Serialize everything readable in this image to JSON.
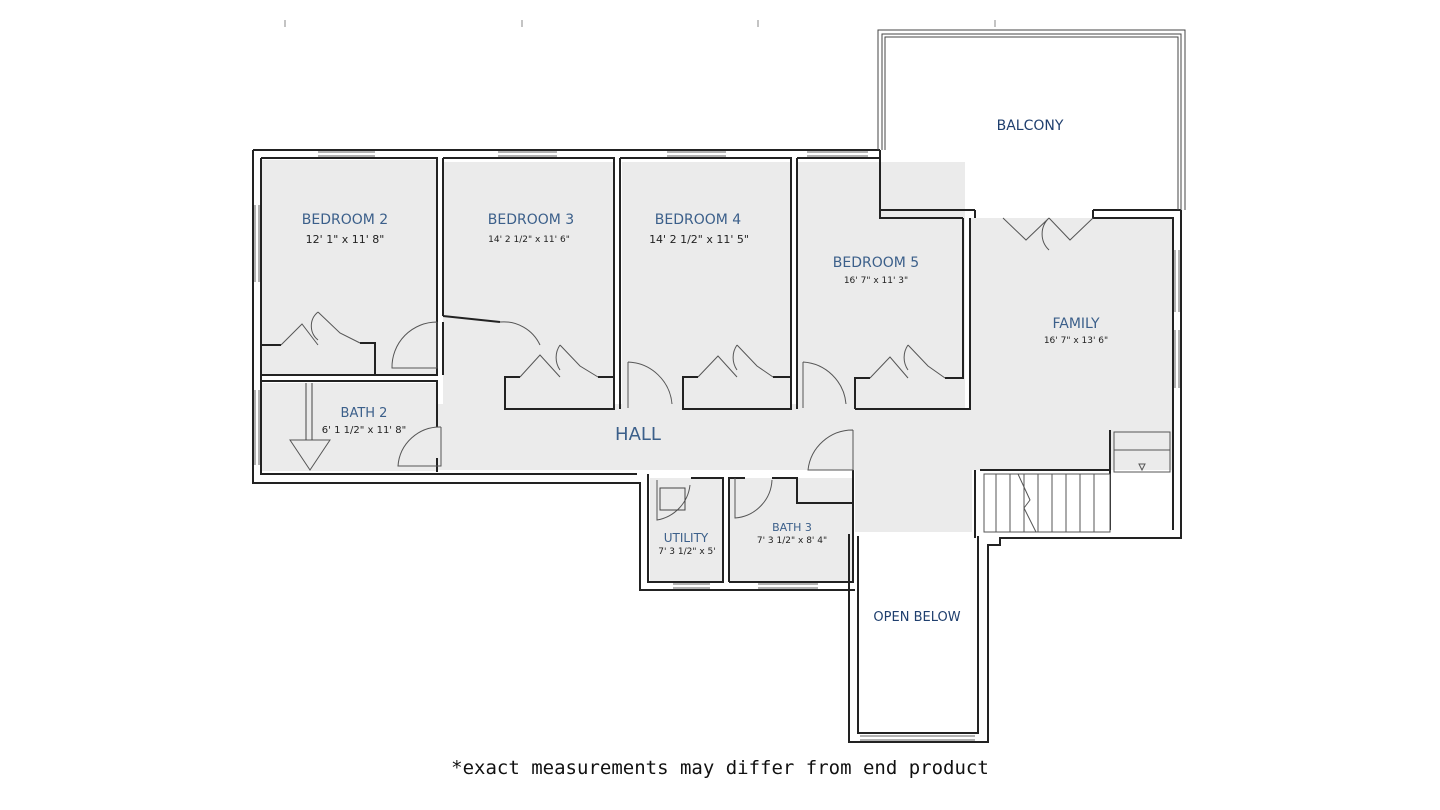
{
  "rooms": {
    "balcony": {
      "name": "BALCONY"
    },
    "bedroom2": {
      "name": "BEDROOM 2",
      "dims": "12' 1\" x 11' 8\""
    },
    "bedroom3": {
      "name": "BEDROOM 3",
      "dims": "14' 2 1/2\" x 11' 6\""
    },
    "bedroom4": {
      "name": "BEDROOM 4",
      "dims": "14' 2 1/2\" x 11' 5\""
    },
    "bedroom5": {
      "name": "BEDROOM 5",
      "dims": "16' 7\" x 11' 3\""
    },
    "family": {
      "name": "FAMILY",
      "dims": "16' 7\" x 13' 6\""
    },
    "bath2": {
      "name": "BATH 2",
      "dims": "6' 1 1/2\" x 11' 8\""
    },
    "hall": {
      "name": "HALL"
    },
    "utility": {
      "name": "UTILITY",
      "dims": "7' 3 1/2\" x 5'"
    },
    "bath3": {
      "name": "BATH 3",
      "dims": "7' 3 1/2\" x 8' 4\""
    },
    "open_below": {
      "name": "OPEN BELOW"
    }
  },
  "footnote": "*exact measurements may differ from end product",
  "colors": {
    "label_blue": "#3b5f8a",
    "label_dark": "#1f3f6e",
    "floor": "#ebebeb",
    "wall": "#222222"
  }
}
